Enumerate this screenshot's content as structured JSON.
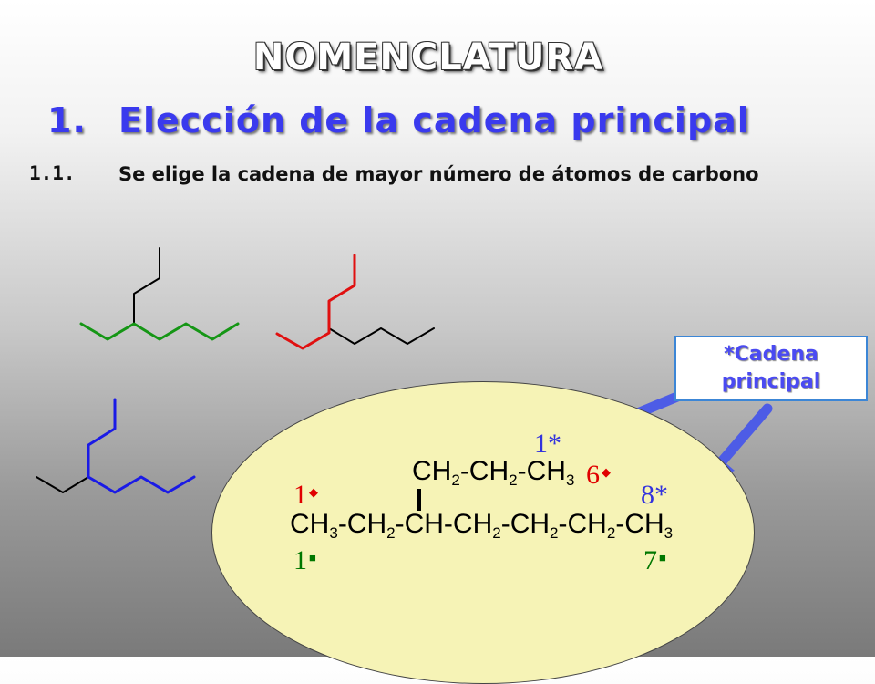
{
  "title": "NOMENCLATURA",
  "section": {
    "number": "1.",
    "text": "Elección de la cadena principal"
  },
  "rule": {
    "number": "1.1.",
    "text": "Se elige la cadena de mayor número de átomos de carbono"
  },
  "badge": {
    "line1": "*Cadena",
    "line2": "principal"
  },
  "formula": {
    "top": {
      "a": "CH",
      "a_sub": "2",
      "b": "-CH",
      "b_sub": "2",
      "c": "-CH",
      "c_sub": "3"
    },
    "main": {
      "p1": "CH",
      "s1": "3",
      "p2": "-CH",
      "s2": "2",
      "p3": "-CH-CH",
      "s3": "2",
      "p4": "-CH",
      "s4": "2",
      "p5": "-CH",
      "s5": "2",
      "p6": "-CH",
      "s6": "3"
    }
  },
  "numbering": {
    "blue_start": "1*",
    "blue_end": "8*",
    "red_start": "1",
    "red_end": "6",
    "green_start": "1",
    "green_end": "7",
    "red_marker": "◆",
    "green_marker": "■"
  },
  "colors": {
    "green_chain": "#159615",
    "red_chain": "#e01010",
    "blue_chain": "#1a1ae6",
    "arrow": "#4d5ce6"
  },
  "icons": {
    "arrow_top": "arrow-left-down-icon",
    "arrow_bottom": "arrow-down-left-icon"
  }
}
